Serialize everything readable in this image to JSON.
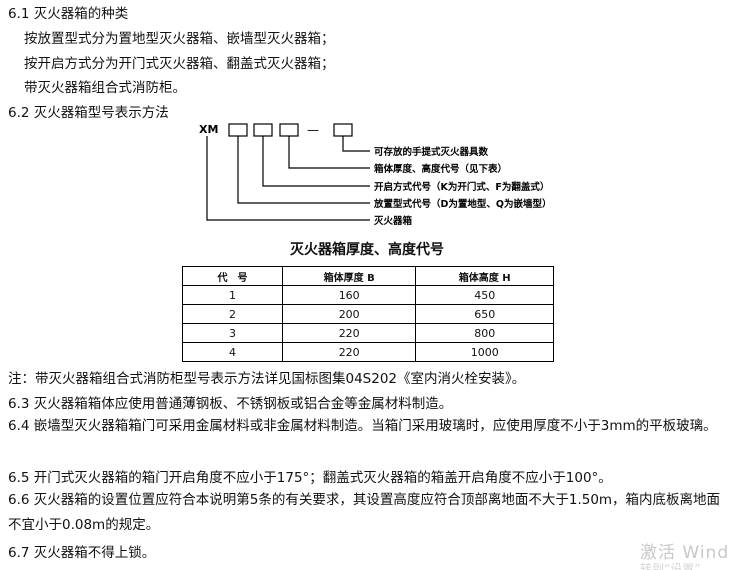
{
  "sections": {
    "s61_title": "6.1 灭火器箱的种类",
    "s61_item1": "按放置型式分为置地型灭火器箱、嵌墙型灭火器箱；",
    "s61_item2": "按开启方式分为开门式灭火器箱、翻盖式灭火器箱；",
    "s61_item3": "带灭火器箱组合式消防柜。",
    "s62_title": "6.2 灭火器箱型号表示方法"
  },
  "diagram": {
    "prefix": "XM",
    "dash": "—",
    "labels": [
      "可存放的手提式灭火器具数",
      "箱体厚度、高度代号（见下表）",
      "开启方式代号（K为开门式、F为翻盖式）",
      "放置型式代号（D为置地型、Q为嵌墙型）",
      "灭火器箱"
    ]
  },
  "table": {
    "title": "灭火器箱厚度、高度代号",
    "headers": [
      "代　号",
      "箱体厚度 B",
      "箱体高度 H"
    ],
    "rows": [
      [
        "1",
        "160",
        "450"
      ],
      [
        "2",
        "200",
        "650"
      ],
      [
        "3",
        "220",
        "800"
      ],
      [
        "4",
        "220",
        "1000"
      ]
    ]
  },
  "notes": {
    "note": "注：带灭火器箱组合式消防柜型号表示方法详见国标图集04S202《室内消火栓安装》。",
    "s63": "6.3 灭火器箱箱体应使用普通薄钢板、不锈钢板或铝合金等金属材料制造。",
    "s64": "6.4 嵌墙型灭火器箱箱门可采用金属材料或非金属材料制造。当箱门采用玻璃时，应使用厚度不小于3mm的平板玻璃。",
    "s65": "6.5 开门式灭火器箱的箱门开启角度不应小于175°；翻盖式灭火器箱的箱盖开启角度不应小于100°。",
    "s66": "6.6 灭火器箱的设置位置应符合本说明第5条的有关要求，其设置高度应符合顶部离地面不大于1.50m，箱内底板离地面不宜小于0.08m的规定。",
    "s67": "6.7 灭火器箱不得上锁。"
  },
  "watermark": {
    "main": "激活 Wind",
    "sub": "转到“设置”"
  }
}
